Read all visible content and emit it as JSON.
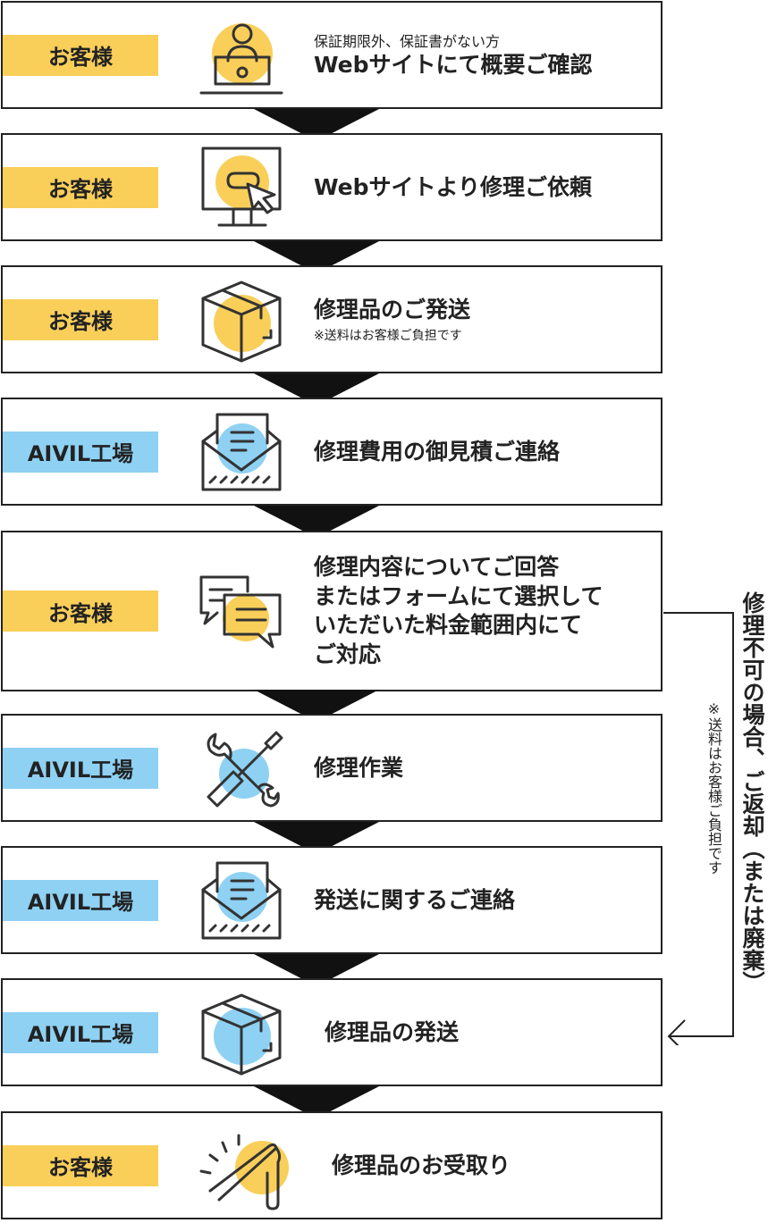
{
  "steps": [
    {
      "actor": "お客様",
      "small": "保証期限外、保証書がない方",
      "main": "Webサイトにて概要ご確認",
      "sub": "",
      "icon": "laptop-person-icon"
    },
    {
      "actor": "お客様",
      "small": "",
      "main": "Webサイトより修理ご依頼",
      "sub": "",
      "icon": "monitor-cursor-icon"
    },
    {
      "actor": "お客様",
      "small": "",
      "main": "修理品のご発送",
      "sub": "※送料はお客様ご負担です",
      "icon": "box-icon"
    },
    {
      "actor": "AIVIL工場",
      "small": "",
      "main": "修理費用の御見積ご連絡",
      "sub": "",
      "icon": "envelope-letter-icon"
    },
    {
      "actor": "お客様",
      "small": "",
      "main": "修理内容についてご回答\nまたはフォームにて選択して\nいただいた料金範囲内にて\nご対応",
      "sub": "",
      "icon": "chat-bubbles-icon"
    },
    {
      "actor": "AIVIL工場",
      "small": "",
      "main": "修理作業",
      "sub": "",
      "icon": "wrench-screwdriver-icon"
    },
    {
      "actor": "AIVIL工場",
      "small": "",
      "main": "発送に関するご連絡",
      "sub": "",
      "icon": "envelope-letter-icon"
    },
    {
      "actor": "AIVIL工場",
      "small": "",
      "main": "修理品の発送",
      "sub": "",
      "icon": "box-icon"
    },
    {
      "actor": "お客様",
      "small": "",
      "main": "修理品のお受取り",
      "sub": "",
      "icon": "tweezers-icon"
    }
  ],
  "side": {
    "title": "修理不可の場合、ご返却（または廃棄）",
    "note": "※送料はお客様ご負担です"
  },
  "colors": {
    "customer": "#f9cf5a",
    "factory": "#8ed1f3",
    "line": "#222222"
  }
}
